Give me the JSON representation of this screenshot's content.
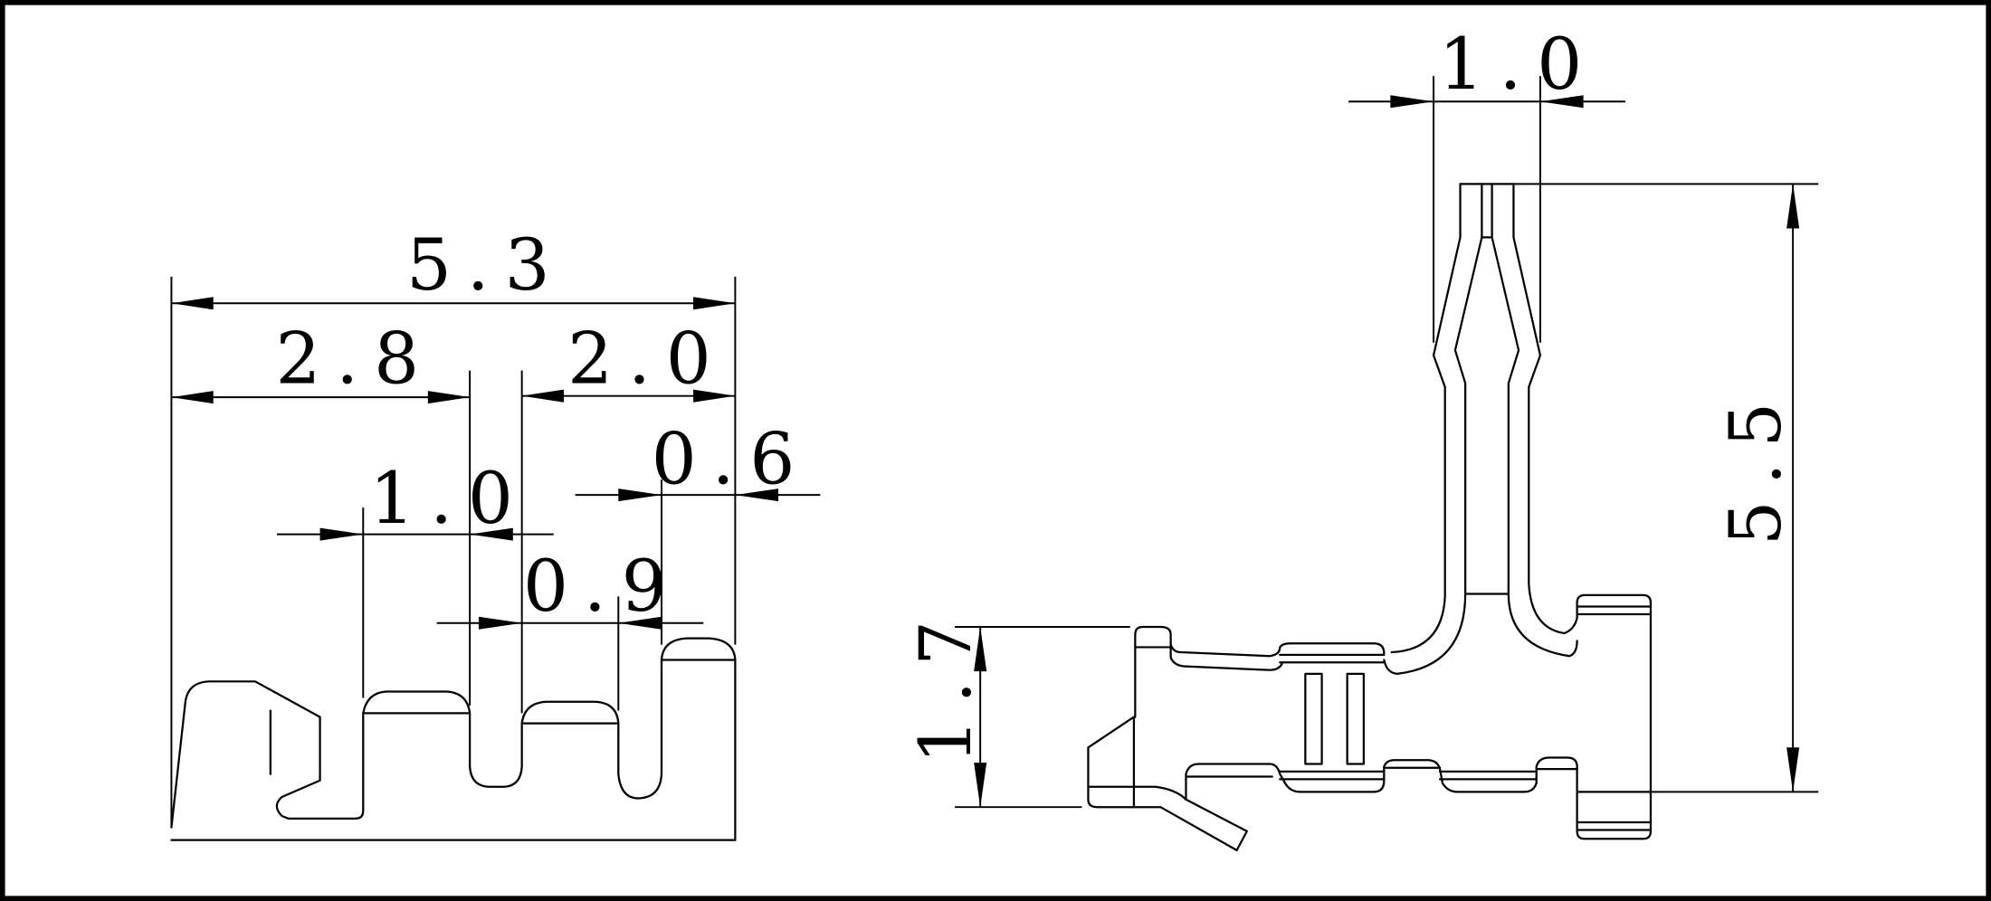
{
  "dimensions": {
    "left": {
      "overall_width": "5.3",
      "left_section": "2.8",
      "right_section": "2.0",
      "tine_pitch": "1.0",
      "inner_gap": "0.9",
      "end_tine": "0.6"
    },
    "right": {
      "pin_width": "1.0",
      "height_total": "5.5",
      "base_height": "1.7"
    }
  }
}
